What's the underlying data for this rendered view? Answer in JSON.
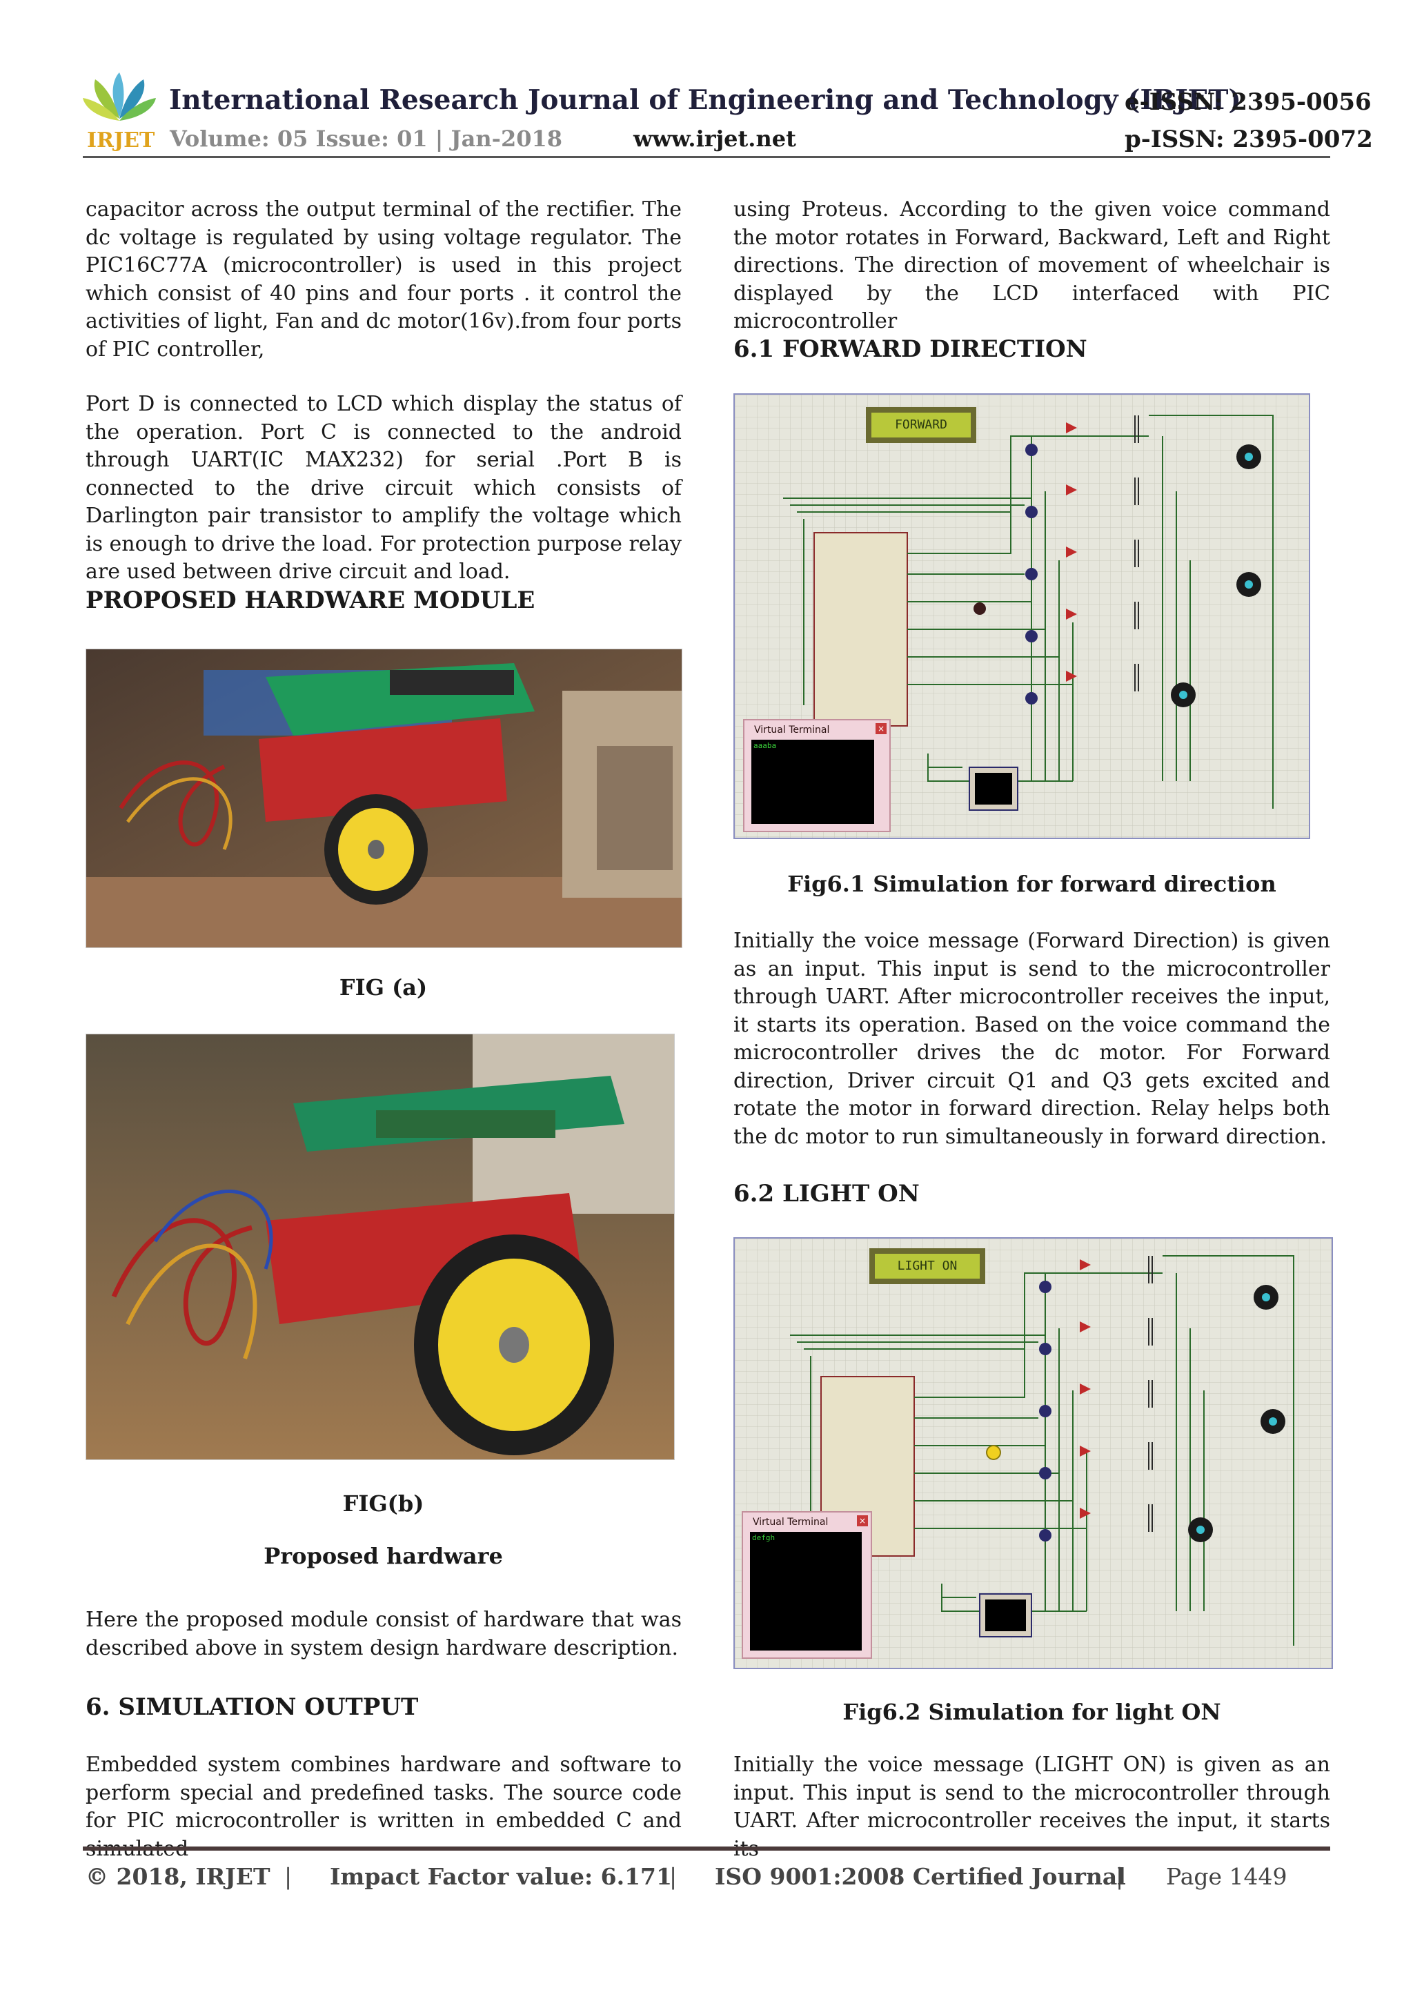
{
  "header": {
    "journal_title": "International Research Journal of Engineering and Technology (IRJET)",
    "e_issn": "e-ISSN: 2395-0056",
    "volume": "Volume: 05 Issue: 01 | Jan-2018",
    "website": "www.irjet.net",
    "p_issn": "p-ISSN: 2395-0072",
    "logo_text": "IRJET"
  },
  "left_column": {
    "para1": "capacitor across the output terminal of the rectifier. The  dc voltage is regulated by using voltage regulator. The PIC16C77A  (microcontroller) is used in this project which consist of 40 pins and four ports . it  control the activities of light, Fan and dc motor(16v).from four ports of PIC controller,",
    "para2": "Port D is connected to LCD which display the status of the operation. Port C is connected to the android through UART(IC MAX232) for serial .Port B is connected to the drive circuit which consists of Darlington pair transistor to amplify the voltage which is enough to drive the load. For protection purpose relay are used between drive circuit and load.",
    "heading_hardware": "PROPOSED HARDWARE MODULE",
    "fig_a_caption": "FIG (a)",
    "fig_b_caption": "FIG(b)",
    "fig_b_subcaption": "Proposed hardware",
    "para3": "Here the proposed module consist of hardware that was described above in system design hardware description.",
    "heading_simulation": "6. SIMULATION OUTPUT",
    "para4": "Embedded system combines hardware and software to perform special and predefined tasks. The source code for PIC microcontroller is written in embedded C and simulated"
  },
  "right_column": {
    "para1": "using Proteus. According to the given voice command the motor rotates in Forward, Backward, Left and Right directions. The direction of movement of wheelchair is displayed by the LCD interfaced with PIC microcontroller",
    "heading_forward": "6.1 FORWARD DIRECTION",
    "fig61_caption": "Fig6.1 Simulation for forward direction",
    "para2": "Initially the voice message (Forward Direction) is given as an input. This input is send to the microcontroller through UART. After microcontroller receives the input, it starts its operation. Based on the voice command the microcontroller drives the dc motor. For Forward direction, Driver circuit Q1 and Q3 gets excited and rotate the motor in forward direction. Relay helps both the dc motor to run simultaneously in forward direction.",
    "heading_light": "6.2 LIGHT ON",
    "fig62_caption": "Fig6.2 Simulation for light ON",
    "para3": "Initially the voice message (LIGHT ON) is given as an input. This input is send to the microcontroller through UART. After microcontroller receives the input, it starts its"
  },
  "schematic1": {
    "lcd_text": "FORWARD",
    "terminal_title": "Virtual Terminal",
    "terminal_text": "aaaba"
  },
  "schematic2": {
    "lcd_text": "LIGHT ON",
    "terminal_title": "Virtual Terminal",
    "terminal_text": "defgh"
  },
  "footer": {
    "copyright": "© 2018, IRJET",
    "impact_factor": "Impact Factor value: 6.171",
    "iso": "ISO 9001:2008 Certified Journal",
    "page": "Page 1449",
    "separator": "|"
  }
}
